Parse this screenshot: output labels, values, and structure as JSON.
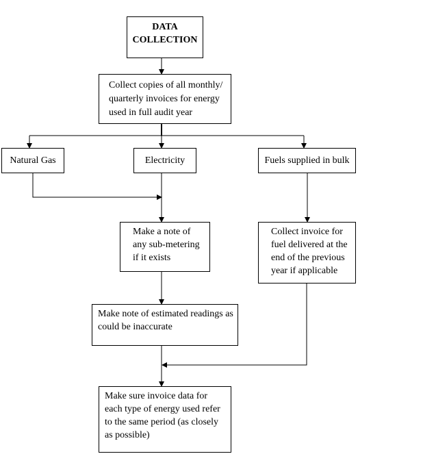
{
  "title": [
    "DATA",
    "COLLECTION"
  ],
  "steps": {
    "collect": "Collect copies of all monthly/ quarterly invoices for energy used in full audit year",
    "natural_gas": "Natural Gas",
    "electricity": "Electricity",
    "bulk_fuels": "Fuels supplied in bulk",
    "sub_metering": "Make a note of any sub-metering if it exists",
    "bulk_invoice": "Collect invoice for fuel delivered at the end of the previous year if applicable",
    "estimated": "Make note of estimated readings as could be inaccurate",
    "same_period": "Make sure invoice data for each type of energy used refer to the same period (as closely as possible)"
  }
}
